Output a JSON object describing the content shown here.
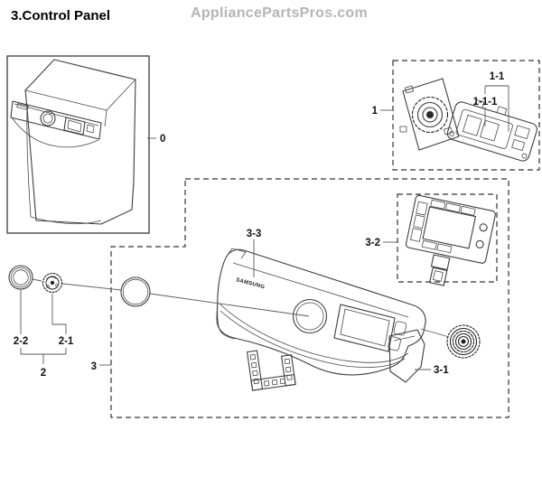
{
  "header": {
    "title": "3.Control Panel",
    "watermark": "AppliancePartsPros.com"
  },
  "diagram": {
    "logo_text": "SAMSUNG",
    "callouts": {
      "c0": "0",
      "c1": "1",
      "c1_1": "1-1",
      "c1_1_1": "1-1-1",
      "c2": "2",
      "c2_1": "2-1",
      "c2_2": "2-2",
      "c3": "3",
      "c3_1": "3-1",
      "c3_2": "3-2",
      "c3_3": "3-3"
    }
  },
  "colors": {
    "background": "#ffffff",
    "line_art": "#3d3d3d",
    "leader_line": "#5a5a5a",
    "label_text": "#111111",
    "watermark_text": "#b5b5b5",
    "dashed_box": "#333333"
  }
}
